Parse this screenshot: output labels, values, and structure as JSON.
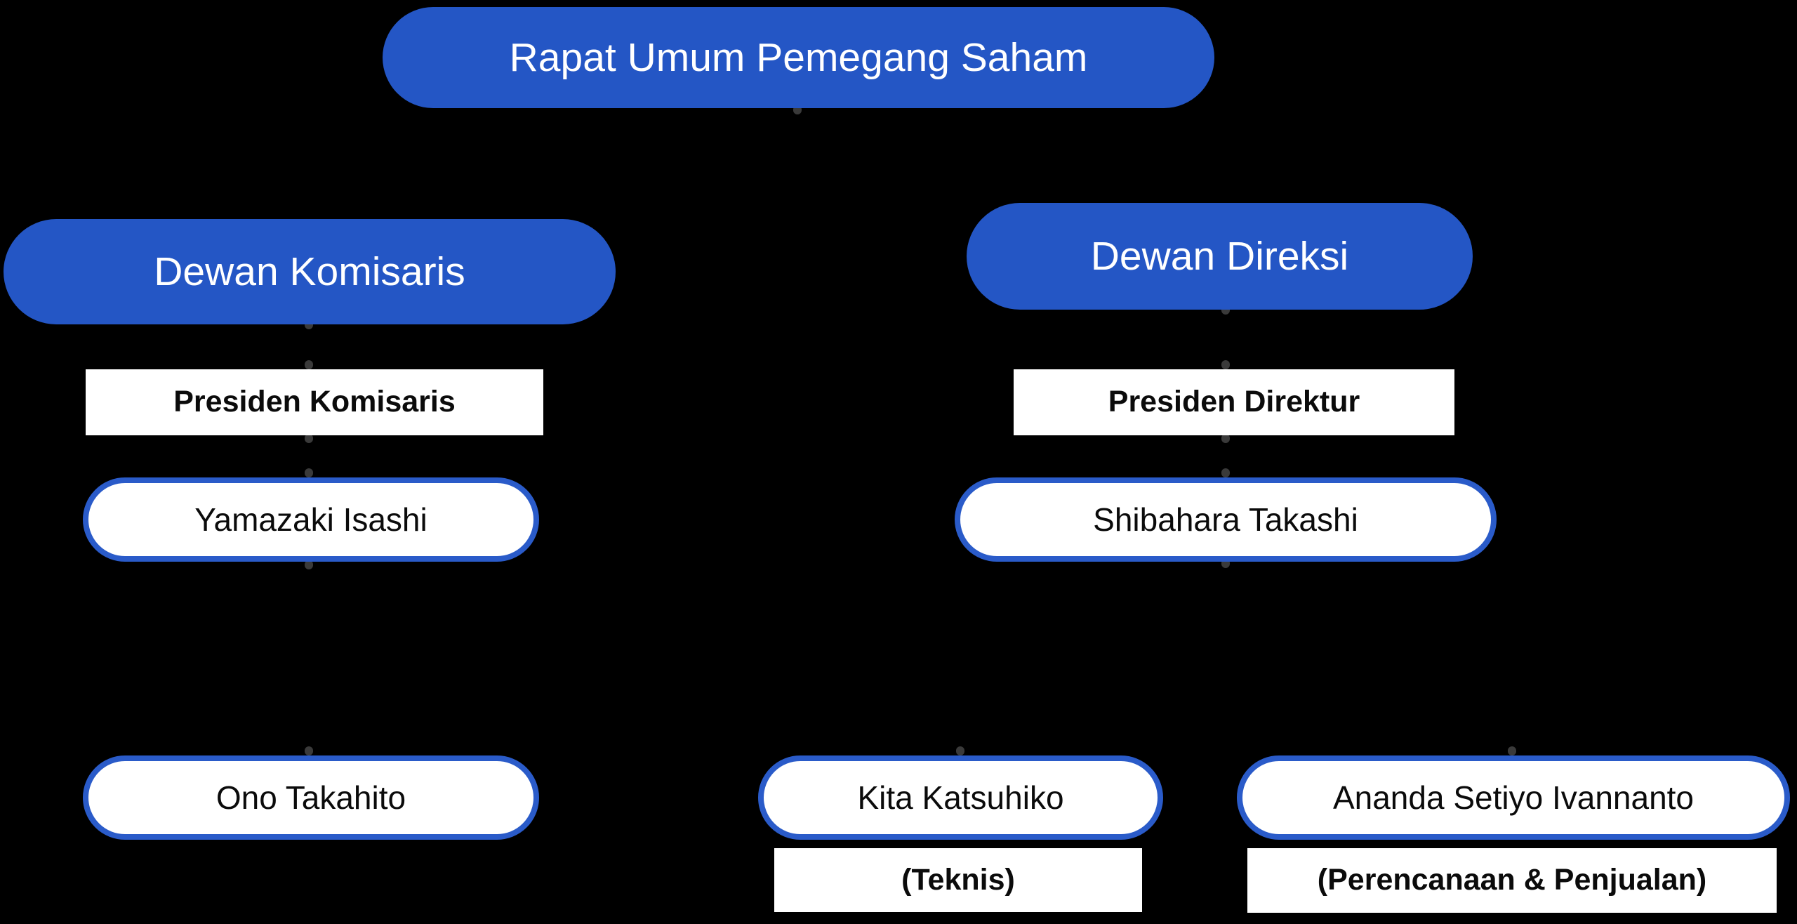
{
  "org": {
    "root_label": "Rapat Umum Pemegang Saham",
    "komisaris": {
      "group_label": "Dewan Komisaris",
      "role_label": "Presiden Komisaris",
      "president_name": "Yamazaki Isashi",
      "member_name": "Ono Takahito"
    },
    "direksi": {
      "group_label": "Dewan Direksi",
      "role_label": "Presiden Direktur",
      "president_name": "Shibahara Takashi",
      "member1_name": "Kita Katsuhiko",
      "member1_division": "(Teknis)",
      "member2_name": "Ananda Setiyo Ivannanto",
      "member2_division": "(Perencanaan & Penjualan)"
    }
  },
  "colors": {
    "background": "#000000",
    "node_blue": "#2456C5",
    "name_pill_border_blue": "#2A5BC9",
    "box_white": "#FFFFFF",
    "text_dark": "#0B0B0B",
    "text_light": "#FFFFFF",
    "connector_stub_gray": "#3A3A3A"
  }
}
